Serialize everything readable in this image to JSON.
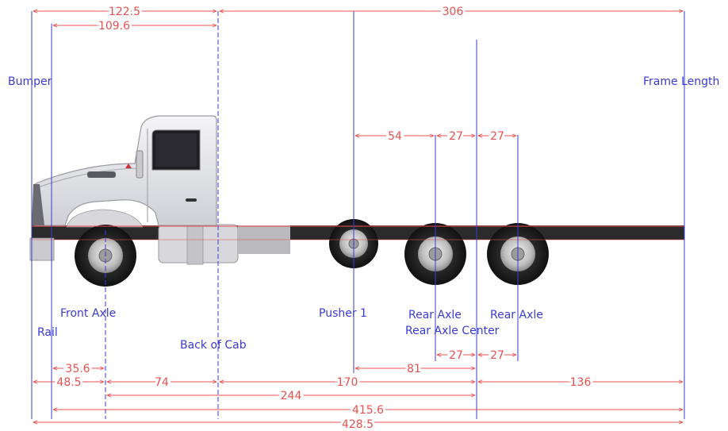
{
  "colors": {
    "dimension": "#e85050",
    "reference": "#3a3ad8",
    "frame": "#2b2b2b",
    "cab": "#e8e8ec"
  },
  "references": {
    "bumper": "Bumper",
    "frame_length": "Frame Length",
    "rail": "Rail",
    "front_axle": "Front Axle",
    "back_of_cab": "Back of Cab",
    "pusher_1": "Pusher 1",
    "rear_axle_1": "Rear Axle",
    "rear_axle_2": "Rear Axle",
    "rear_axle_center": "Rear Axle Center"
  },
  "dimensions": {
    "bumper_to_back_of_cab": "122.5",
    "back_of_cab_to_frame_end": "306",
    "rail_to_back_of_cab": "109.6",
    "pusher_to_rear_axle_1": "54",
    "rear_axle_1_to_center": "27",
    "center_to_rear_axle_2": "27",
    "center_to_rear_axle_1_lower": "27",
    "center_to_rear_axle_2_lower": "27",
    "rail_to_front_axle": "35.6",
    "pusher_to_center": "81",
    "bumper_to_front_axle": "48.5",
    "front_axle_to_back_of_cab": "74",
    "back_of_cab_to_center": "170",
    "center_to_frame_end": "136",
    "front_axle_to_center": "244",
    "rail_to_frame_end": "415.6",
    "bumper_to_frame_end": "428.5"
  }
}
